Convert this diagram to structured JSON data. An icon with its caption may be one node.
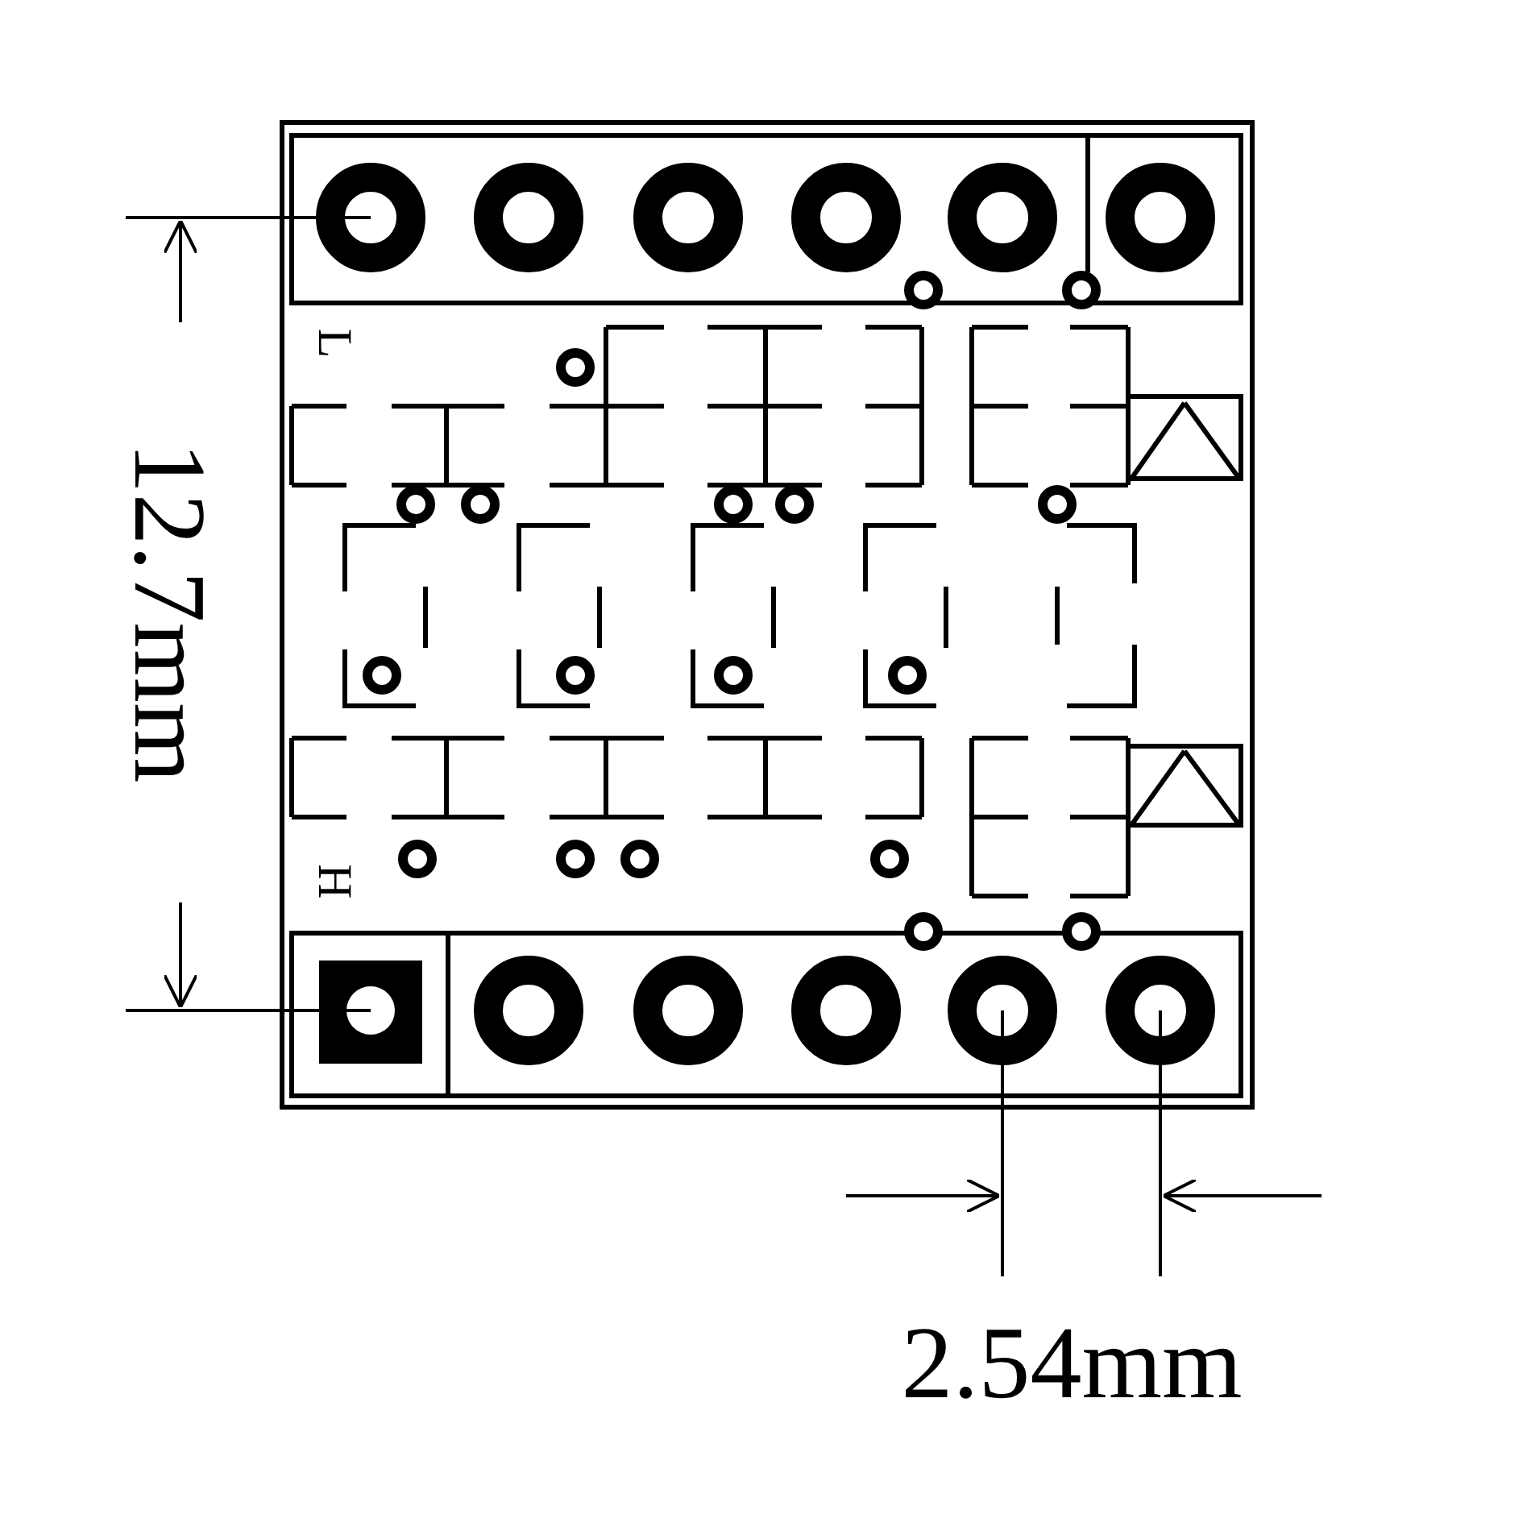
{
  "diagram": {
    "labels": [
      "12.7mm",
      "L",
      "H",
      "2.54mm"
    ]
  }
}
